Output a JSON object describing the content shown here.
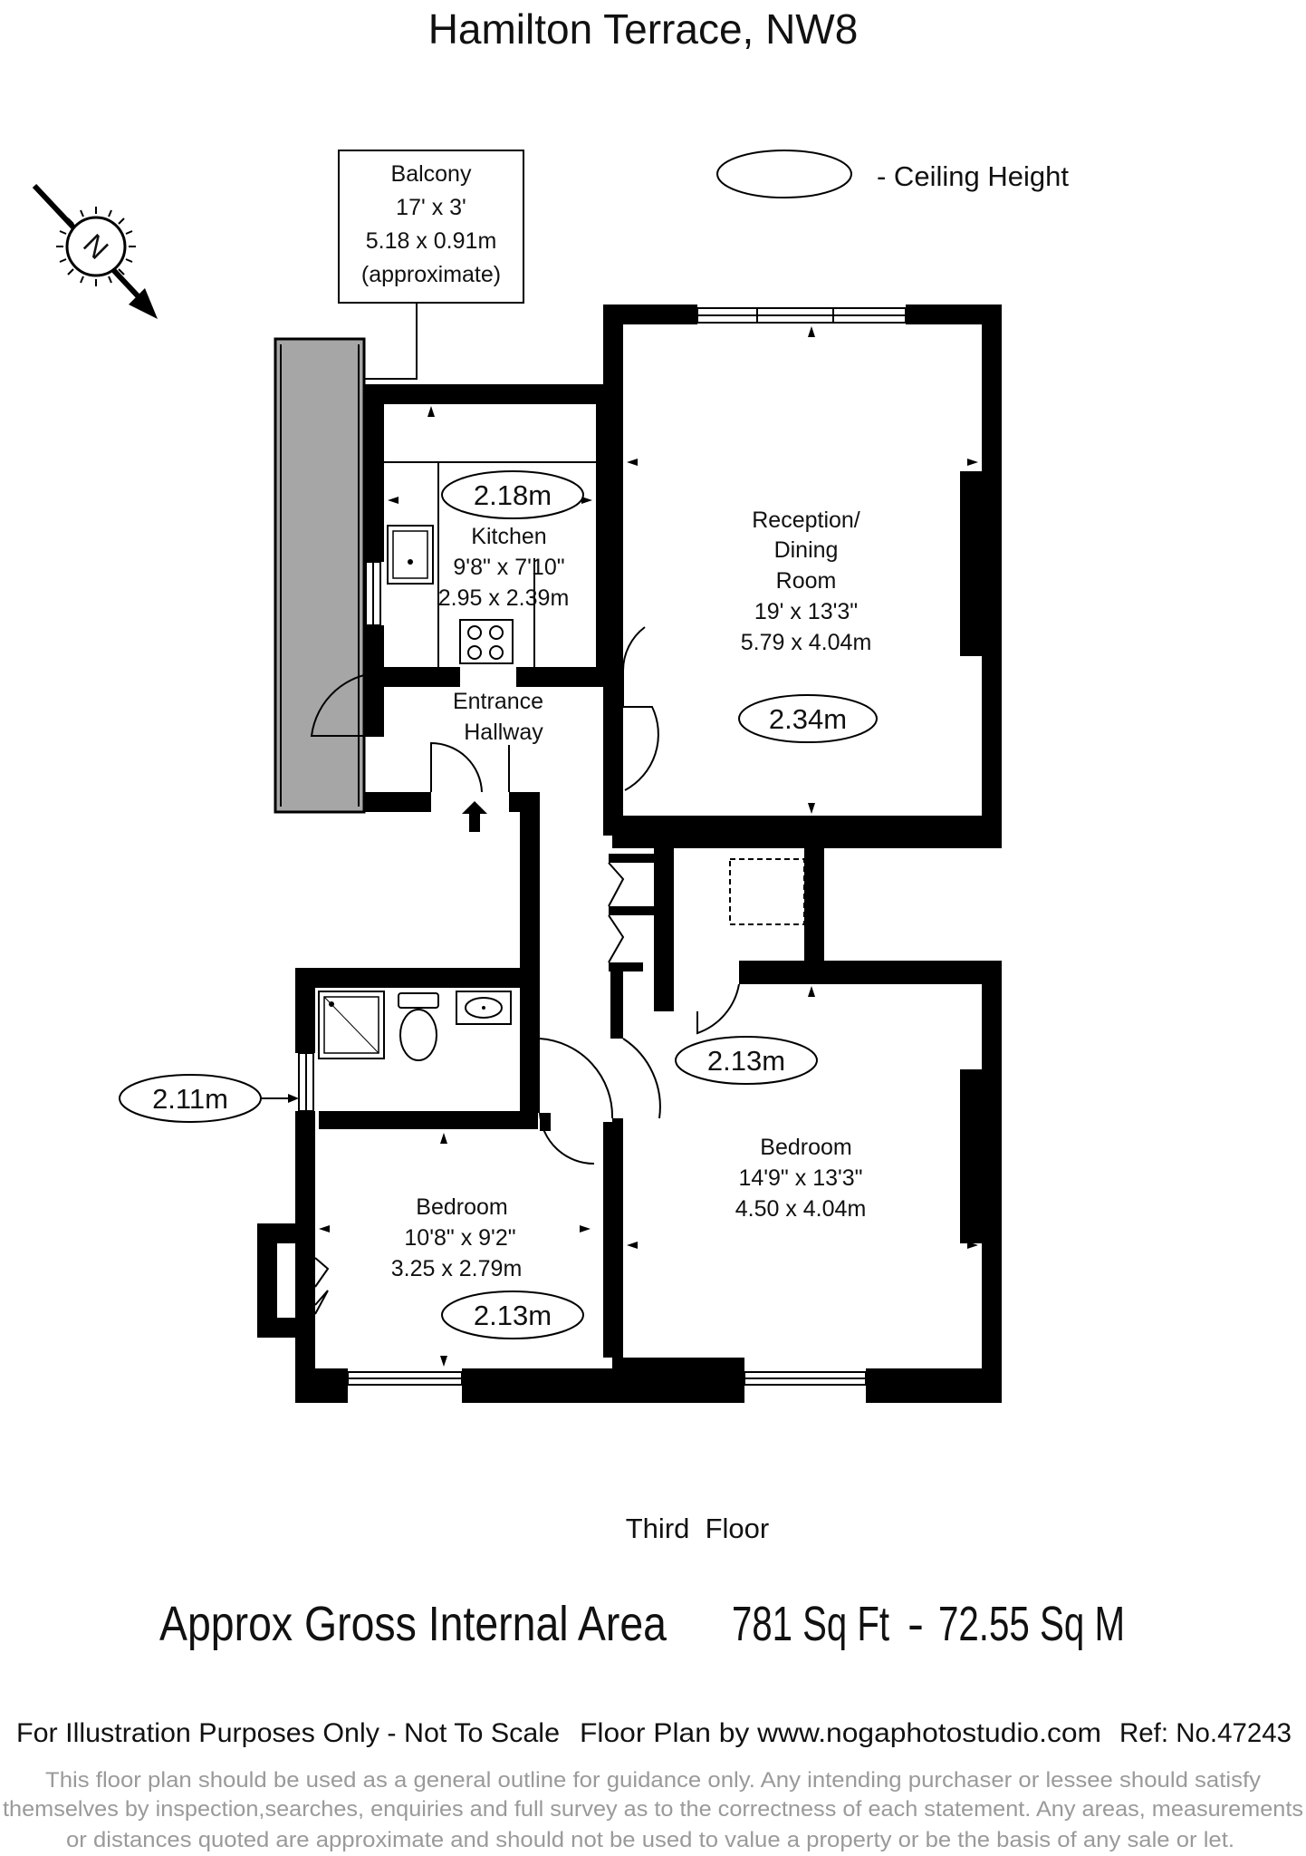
{
  "title": "Hamilton Terrace, NW8",
  "legend": {
    "ceiling_height_label": "- Ceiling Height"
  },
  "rooms": {
    "balcony": {
      "name": "Balcony",
      "imperial": "17' x 3'",
      "metric": "5.18 x 0.91m",
      "note": "(approximate)"
    },
    "kitchen": {
      "name": "Kitchen",
      "imperial": "9'8\" x 7'10\"",
      "metric": "2.95 x 2.39m",
      "ceiling": "2.18m"
    },
    "reception": {
      "name_line1": "Reception/",
      "name_line2": "Dining",
      "name_line3": "Room",
      "imperial": "19' x 13'3\"",
      "metric": "5.79 x 4.04m",
      "ceiling": "2.34m"
    },
    "hallway": {
      "name_line1": "Entrance",
      "name_line2": "Hallway"
    },
    "bathroom": {
      "ceiling": "2.11m"
    },
    "bedroom1": {
      "name": "Bedroom",
      "imperial": "14'9\" x 13'3\"",
      "metric": "4.50 x 4.04m",
      "ceiling": "2.13m"
    },
    "bedroom2": {
      "name": "Bedroom",
      "imperial": "10'8\" x 9'2\"",
      "metric": "3.25 x 2.79m",
      "ceiling": "2.13m"
    }
  },
  "floor_label": "Third  Floor",
  "area": {
    "label": "Approx Gross Internal Area",
    "sqft": "781 Sq Ft",
    "separator": "-",
    "sqm": "72.55 Sq M"
  },
  "footer": {
    "illustration": "For Illustration Purposes Only - Not To Scale",
    "credit": "Floor Plan by www.nogaphotostudio.com",
    "ref": "Ref: No.47243"
  },
  "disclaimer": {
    "line1": "This floor plan should be used as a general outline for guidance only. Any intending purchaser or lessee should satisfy",
    "line2": "themselves by inspection,searches, enquiries and full survey as to the correctness of each statement. Any areas, measurements",
    "line3": "or distances quoted are approximate and should not be used to value a property or be the basis of any sale or let."
  },
  "compass": {
    "letter": "N"
  },
  "colors": {
    "wall": "#000000",
    "balcony_fill": "#a6a6a6",
    "disclaimer_text": "#9a9a9a",
    "background": "#ffffff"
  }
}
